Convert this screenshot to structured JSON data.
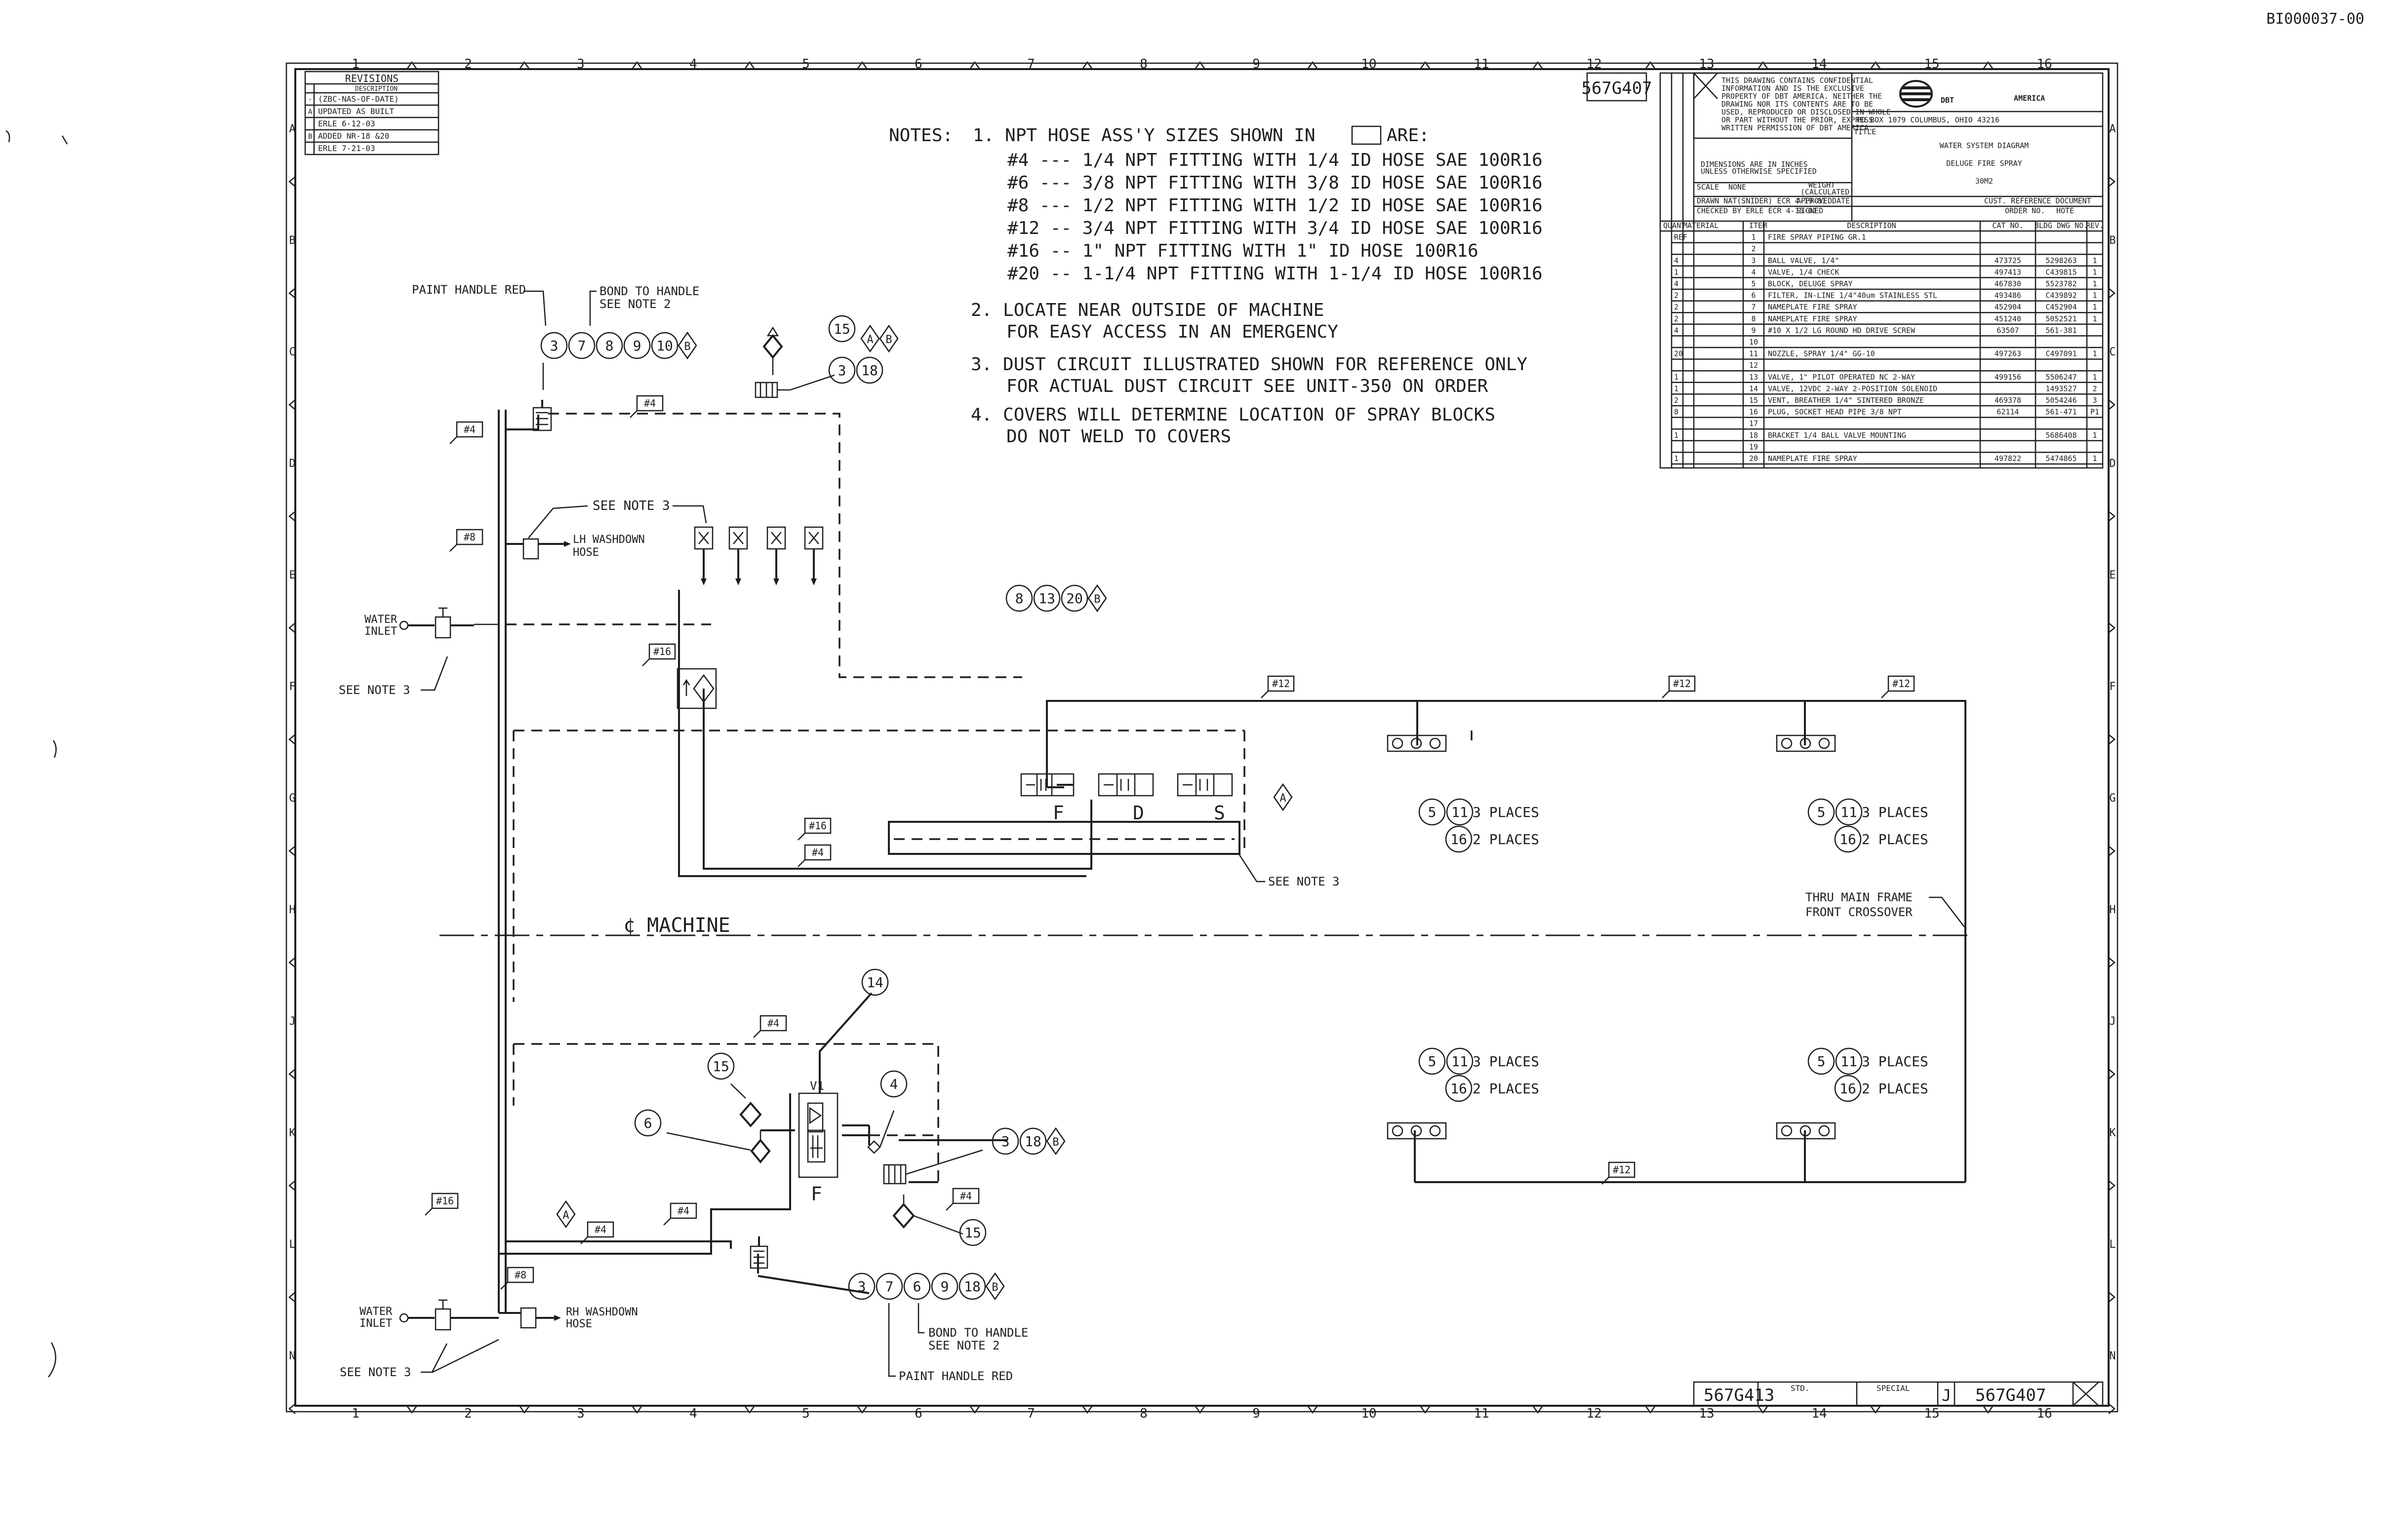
{
  "doc_id": "BI000037-00",
  "drawing_no": "567G407",
  "revisions": {
    "title": "REVISIONS",
    "header": "DESCRIPTION",
    "rows": [
      {
        "ltr": "-",
        "text": "(ZBC-NAS-OF-DATE)"
      },
      {
        "ltr": "A",
        "text": "UPDATED AS BUILT"
      },
      {
        "ltr": "",
        "text": "ERLE 6-12-03"
      },
      {
        "ltr": "B",
        "text": "ADDED NR-18 &20"
      },
      {
        "ltr": "",
        "text": "ERLE 7-21-03"
      }
    ]
  },
  "zones_top": [
    "1",
    "2",
    "3",
    "4",
    "5",
    "6",
    "7",
    "8",
    "9",
    "10",
    "11",
    "12",
    "13",
    "14",
    "15",
    "16"
  ],
  "zones_side": [
    "A",
    "B",
    "C",
    "D",
    "E",
    "F",
    "G",
    "H",
    "J",
    "K",
    "L",
    "N"
  ],
  "notes": {
    "label": "NOTES:",
    "n1": "1. NPT HOSE ASS'Y SIZES SHOWN IN",
    "n1_tail": "ARE:",
    "sizes": [
      "#4  --- 1/4 NPT FITTING WITH 1/4 ID HOSE SAE 100R16",
      "#6  --- 3/8 NPT FITTING WITH 3/8 ID HOSE SAE 100R16",
      "#8  --- 1/2 NPT FITTING WITH 1/2 ID HOSE SAE 100R16",
      "#12 -- 3/4 NPT FITTING WITH 3/4 ID HOSE SAE 100R16",
      "#16 -- 1\" NPT FITTING WITH 1\" ID HOSE 100R16",
      "#20 -- 1-1/4 NPT FITTING WITH 1-1/4 ID HOSE 100R16"
    ],
    "n2a": "2. LOCATE NEAR OUTSIDE OF MACHINE",
    "n2b": "FOR EASY ACCESS IN AN EMERGENCY",
    "n3a": "3. DUST CIRCUIT ILLUSTRATED SHOWN FOR REFERENCE ONLY",
    "n3b": "FOR ACTUAL DUST CIRCUIT SEE UNIT-350 ON ORDER",
    "n4a": "4. COVERS WILL DETERMINE LOCATION OF SPRAY BLOCKS",
    "n4b": "DO NOT WELD TO COVERS"
  },
  "title_block": {
    "confidential": [
      "THIS DRAWING CONTAINS CONFIDENTIAL",
      "INFORMATION AND IS THE EXCLUSIVE",
      "PROPERTY OF DBT AMERICA. NEITHER THE",
      "DRAWING NOR ITS CONTENTS ARE TO BE",
      "USED, REPRODUCED OR DISCLOSED IN WHOLE",
      "OR PART WITHOUT THE PRIOR, EXPRESS",
      "WRITTEN PERMISSION OF DBT AMERICA."
    ],
    "company": "DBT",
    "company_sub": "AMERICA",
    "address": "PO BOX 1079  COLUMBUS, OHIO 43216",
    "title_label": "TITLE",
    "title1": "WATER SYSTEM DIAGRAM",
    "title2": "DELUGE FIRE SPRAY",
    "title3": "30M2",
    "dims_note1": "DIMENSIONS ARE IN INCHES",
    "dims_note2": "UNLESS OTHERWISE SPECIFIED",
    "scale_label": "SCALE",
    "scale": "NONE",
    "weight_label": "WEIGHT",
    "weight": "(CALCULATED)",
    "drawn": "DRAWN  NAT(SNIDER)  ECR  4-19-01",
    "checked": "CHECKED BY  ERLE  ECR  4-15-01",
    "cust_label": "CUST. REFERENCE DOCUMENT",
    "order_label": "ORDER NO.",
    "order_val": "HOTE",
    "approved": "APPROVED",
    "dated": "DATE",
    "sign": "SIGNED",
    "col_quant": "QUANT",
    "col_material": "MATERIAL",
    "col_item": "ITEM",
    "col_desc": "DESCRIPTION",
    "col_cat": "CAT NO.",
    "col_dwg": "BLDG DWG NO.",
    "col_rev": "REV."
  },
  "bom": [
    {
      "qty": "REF",
      "item": "1",
      "desc": "FIRE SPRAY PIPING GR.1",
      "cat": "",
      "dwg": "",
      "rev": ""
    },
    {
      "qty": "",
      "item": "2",
      "desc": "",
      "cat": "",
      "dwg": "",
      "rev": ""
    },
    {
      "qty": "4",
      "item": "3",
      "desc": "BALL VALVE, 1/4\"",
      "cat": "473725",
      "dwg": "5298263",
      "rev": "1"
    },
    {
      "qty": "1",
      "item": "4",
      "desc": "VALVE, 1/4 CHECK",
      "cat": "497413",
      "dwg": "C439815",
      "rev": "1"
    },
    {
      "qty": "4",
      "item": "5",
      "desc": "BLOCK, DELUGE SPRAY",
      "cat": "467830",
      "dwg": "5523782",
      "rev": "1"
    },
    {
      "qty": "2",
      "item": "6",
      "desc": "FILTER, IN-LINE 1/4\"40um STAINLESS STL",
      "cat": "493486",
      "dwg": "C439892",
      "rev": "1"
    },
    {
      "qty": "2",
      "item": "7",
      "desc": "NAMEPLATE FIRE SPRAY",
      "cat": "452904",
      "dwg": "C452904",
      "rev": "1"
    },
    {
      "qty": "2",
      "item": "8",
      "desc": "NAMEPLATE FIRE SPRAY",
      "cat": "451240",
      "dwg": "5052521",
      "rev": "1"
    },
    {
      "qty": "4",
      "item": "9",
      "desc": "#10 X 1/2 LG ROUND HD DRIVE SCREW",
      "cat": "63507",
      "dwg": "561-381",
      "rev": ""
    },
    {
      "qty": "",
      "item": "10",
      "desc": "",
      "cat": "",
      "dwg": "",
      "rev": ""
    },
    {
      "qty": "20",
      "item": "11",
      "desc": "NOZZLE, SPRAY 1/4\" GG-10",
      "cat": "497263",
      "dwg": "C497091",
      "rev": "1"
    },
    {
      "qty": "",
      "item": "12",
      "desc": "",
      "cat": "",
      "dwg": "",
      "rev": ""
    },
    {
      "qty": "1",
      "item": "13",
      "desc": "VALVE, 1\" PILOT OPERATED NC 2-WAY",
      "cat": "499156",
      "dwg": "5506247",
      "rev": "1"
    },
    {
      "qty": "1",
      "item": "14",
      "desc": "VALVE, 12VDC 2-WAY 2-POSITION SOLENOID",
      "cat": "",
      "dwg": "1493527",
      "rev": "2"
    },
    {
      "qty": "2",
      "item": "15",
      "desc": "VENT, BREATHER 1/4\" SINTERED BRONZE",
      "cat": "469378",
      "dwg": "5054246",
      "rev": "3"
    },
    {
      "qty": "8",
      "item": "16",
      "desc": "PLUG, SOCKET HEAD PIPE  3/8 NPT",
      "cat": "62114",
      "dwg": "561-471",
      "rev": "P1"
    },
    {
      "qty": "",
      "item": "17",
      "desc": "",
      "cat": "",
      "dwg": "",
      "rev": ""
    },
    {
      "qty": "1",
      "item": "18",
      "desc": "BRACKET  1/4 BALL VALVE MOUNTING",
      "cat": "",
      "dwg": "5686408",
      "rev": "1"
    },
    {
      "qty": "",
      "item": "19",
      "desc": "",
      "cat": "",
      "dwg": "",
      "rev": ""
    },
    {
      "qty": "1",
      "item": "20",
      "desc": "NAMEPLATE FIRE SPRAY",
      "cat": "497822",
      "dwg": "5474865",
      "rev": "1"
    }
  ],
  "labels": {
    "paint_handle_red_top": "PAINT HANDLE RED",
    "bond_handle_top": "BOND TO HANDLE",
    "see_note2_top": "SEE NOTE 2",
    "see_note3_a": "SEE NOTE 3",
    "lh_washdown": "LH WASHDOWN",
    "hose": "HOSE",
    "water": "WATER",
    "inlet": "INLET",
    "see_note3_b": "SEE NOTE 3",
    "see_note3_c": "SEE NOTE 3",
    "machine": "¢ MACHINE",
    "thru_main_frame": "THRU MAIN FRAME",
    "front_crossover": "FRONT CROSSOVER",
    "three_places": "3 PLACES",
    "two_places": "2 PLACES",
    "rh_washdown": "RH WASHDOWN",
    "see_note3_d": "SEE NOTE 3",
    "bond_handle_bot": "BOND TO HANDLE",
    "see_note2_bot": "SEE NOTE 2",
    "paint_handle_red_bot": "PAINT HANDLE RED",
    "valve_f": "F",
    "valve_d": "D",
    "valve_s": "S",
    "v1": "V1",
    "f_bottom": "F"
  },
  "hose_tags": {
    "h4": "#4",
    "h8": "#8",
    "h12": "#12",
    "h16": "#16"
  },
  "balloons": {
    "top_group": [
      "3",
      "7",
      "8",
      "9",
      "10"
    ],
    "top_group_rev": "B",
    "vent_group": [
      "15"
    ],
    "ab": [
      "A",
      "B"
    ],
    "bv_group": [
      "3",
      "18"
    ],
    "pilot_group": [
      "8",
      "13",
      "20"
    ],
    "pilot_rev": "B",
    "rev_a": "A",
    "block_a": [
      "5",
      "11"
    ],
    "block_b": [
      "16"
    ],
    "sol_14": "14",
    "vent_15": "15",
    "filter_6": "6",
    "check_4": "4",
    "bv_bot": [
      "3",
      "18"
    ],
    "bv_bot_rev": "B",
    "bot_group": [
      "3",
      "7",
      "6",
      "9",
      "18"
    ],
    "bot_group_rev": "B"
  },
  "footer": {
    "ref_no": "567G413",
    "std": "STD.",
    "special": "SPECIAL",
    "size": "J",
    "dwg_no": "567G407"
  }
}
